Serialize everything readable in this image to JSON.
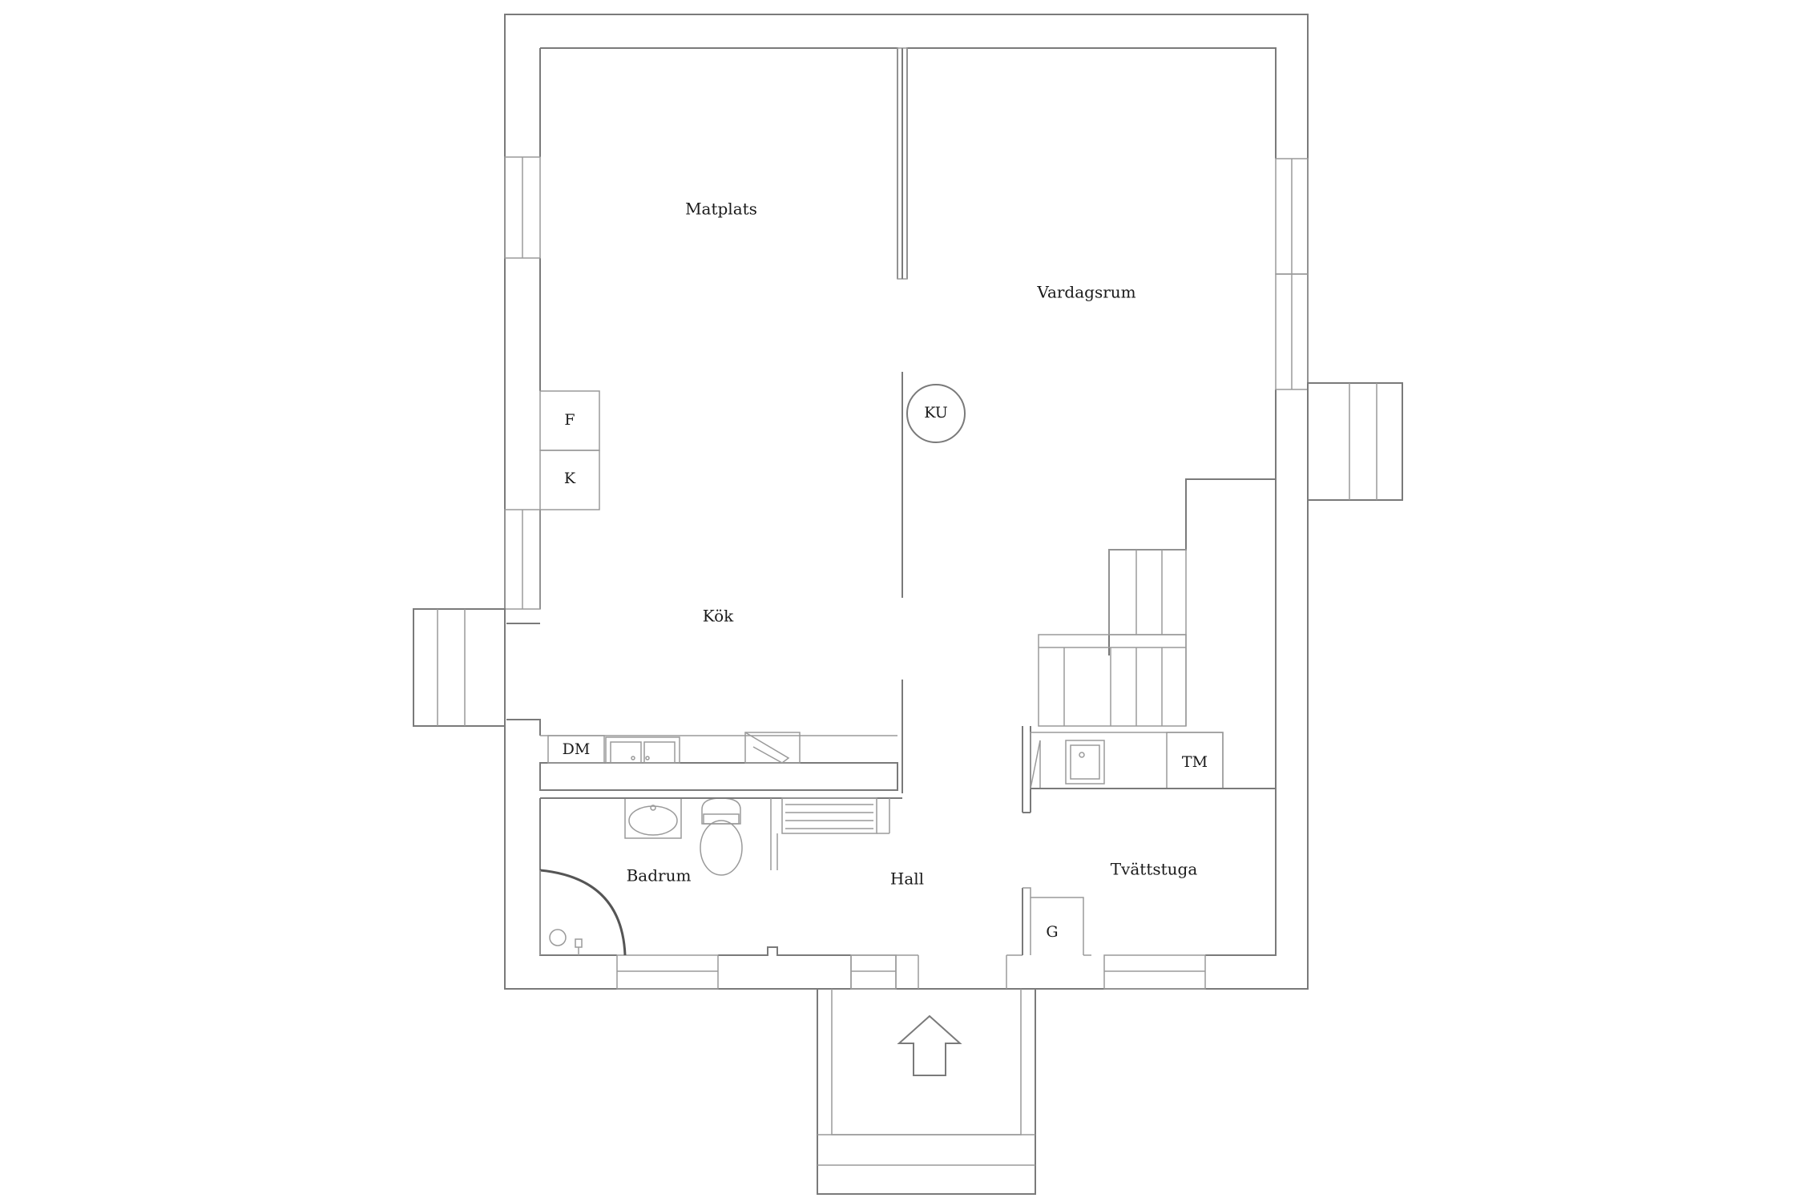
{
  "rooms": {
    "matplats": "Matplats",
    "vardagsrum": "Vardagsrum",
    "kok": "Kök",
    "badrum": "Badrum",
    "hall": "Hall",
    "tvattstuga": "Tvättstuga"
  },
  "fixtures": {
    "fridge": "F",
    "freezer": "K",
    "stove": "KU",
    "dishwasher": "DM",
    "dryer": "TM",
    "wardrobe": "G"
  },
  "icons": {
    "entrance": "entrance-arrow-icon",
    "sink": "sink-icon",
    "toilet": "toilet-icon",
    "shower": "shower-icon"
  }
}
